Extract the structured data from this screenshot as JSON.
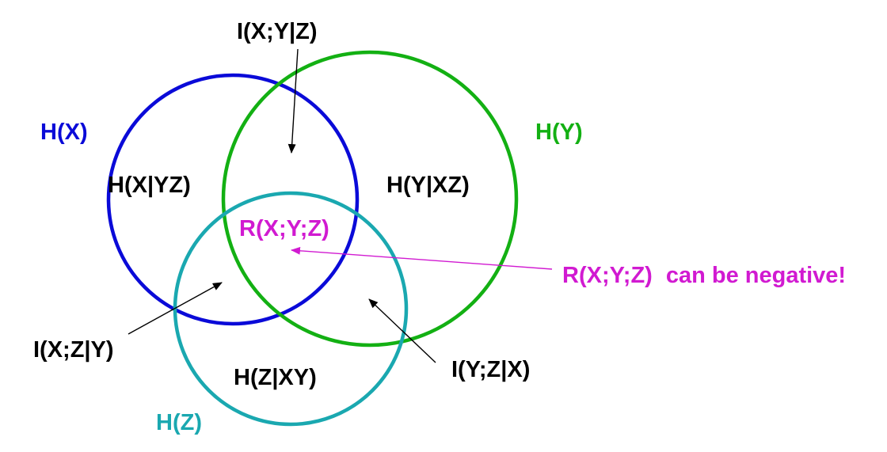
{
  "colors": {
    "x_circle": "#0a0ad8",
    "y_circle": "#13b013",
    "z_circle": "#1aa8b0",
    "highlight": "#d11ad1",
    "text": "#000000",
    "background": "#ffffff"
  },
  "sets": {
    "x": {
      "label": "H(X)"
    },
    "y": {
      "label": "H(Y)"
    },
    "z": {
      "label": "H(Z)"
    }
  },
  "regions": {
    "x_only": "H(X|YZ)",
    "y_only": "H(Y|XZ)",
    "z_only": "H(Z|XY)",
    "center": "R(X;Y;Z)"
  },
  "pointers": {
    "xy_given_z": "I(X;Y|Z)",
    "xz_given_y": "I(X;Z|Y)",
    "yz_given_x": "I(Y;Z|X)"
  },
  "note": {
    "prefix": "R(X;Y;Z)",
    "suffix": "can be negative!"
  }
}
